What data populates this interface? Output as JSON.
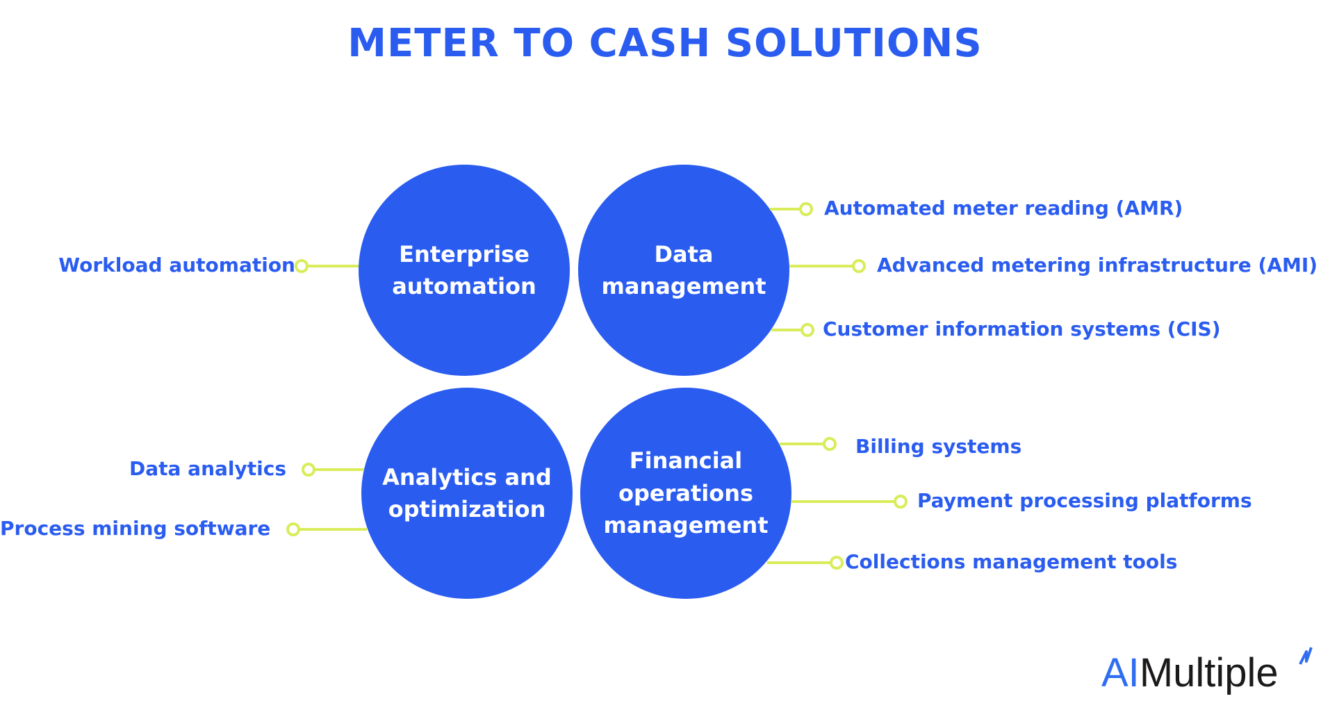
{
  "title": "METER TO CASH SOLUTIONS",
  "colors": {
    "primary": "#2a5cf0",
    "connector": "#d9ec5a",
    "label": "#2a5cf0",
    "logo_ai": "#2f6ef0",
    "logo_text": "#1a1a1a"
  },
  "circles": [
    {
      "label": "Enterprise\nautomation"
    },
    {
      "label": "Data\nmanagement"
    },
    {
      "label": "Analytics and\noptimization"
    },
    {
      "label": "Financial\noperations\nmanagement"
    }
  ],
  "items": {
    "workload_automation": "Workload automation",
    "amr": "Automated meter reading (AMR)",
    "ami": "Advanced metering infrastructure (AMI)",
    "cis": "Customer information systems (CIS)",
    "data_analytics": "Data analytics",
    "process_mining": "Process mining software",
    "billing": "Billing systems",
    "payment": "Payment processing platforms",
    "collections": "Collections management tools"
  },
  "logo": {
    "prefix": "AI",
    "suffix": "Multiple"
  }
}
